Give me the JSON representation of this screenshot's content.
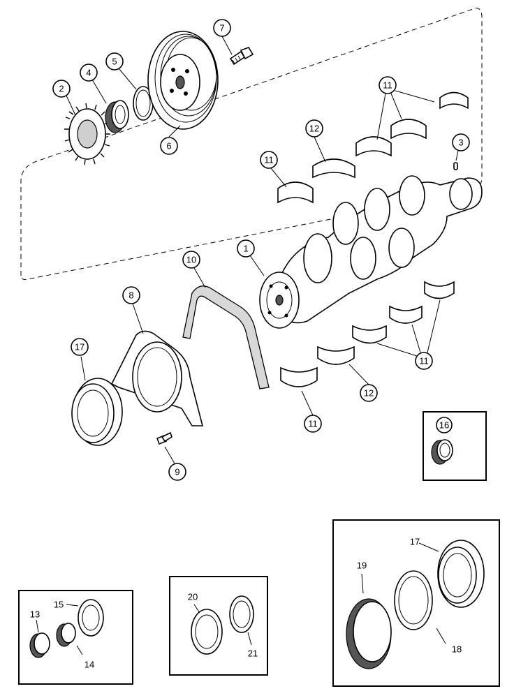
{
  "diagram": {
    "callouts": {
      "c1": "1",
      "c2": "2",
      "c3": "3",
      "c4": "4",
      "c5": "5",
      "c6": "6",
      "c7": "7",
      "c8": "8",
      "c9": "9",
      "c10": "10",
      "c11a": "11",
      "c11b": "11",
      "c11c": "11",
      "c11d": "11",
      "c12a": "12",
      "c12b": "12",
      "c16": "16",
      "c17": "17"
    },
    "inset_small": {
      "l13": "13",
      "l14": "14",
      "l15": "15"
    },
    "inset_mid": {
      "l20": "20",
      "l21": "21"
    },
    "inset_large": {
      "l17": "17",
      "l18": "18",
      "l19": "19"
    }
  }
}
